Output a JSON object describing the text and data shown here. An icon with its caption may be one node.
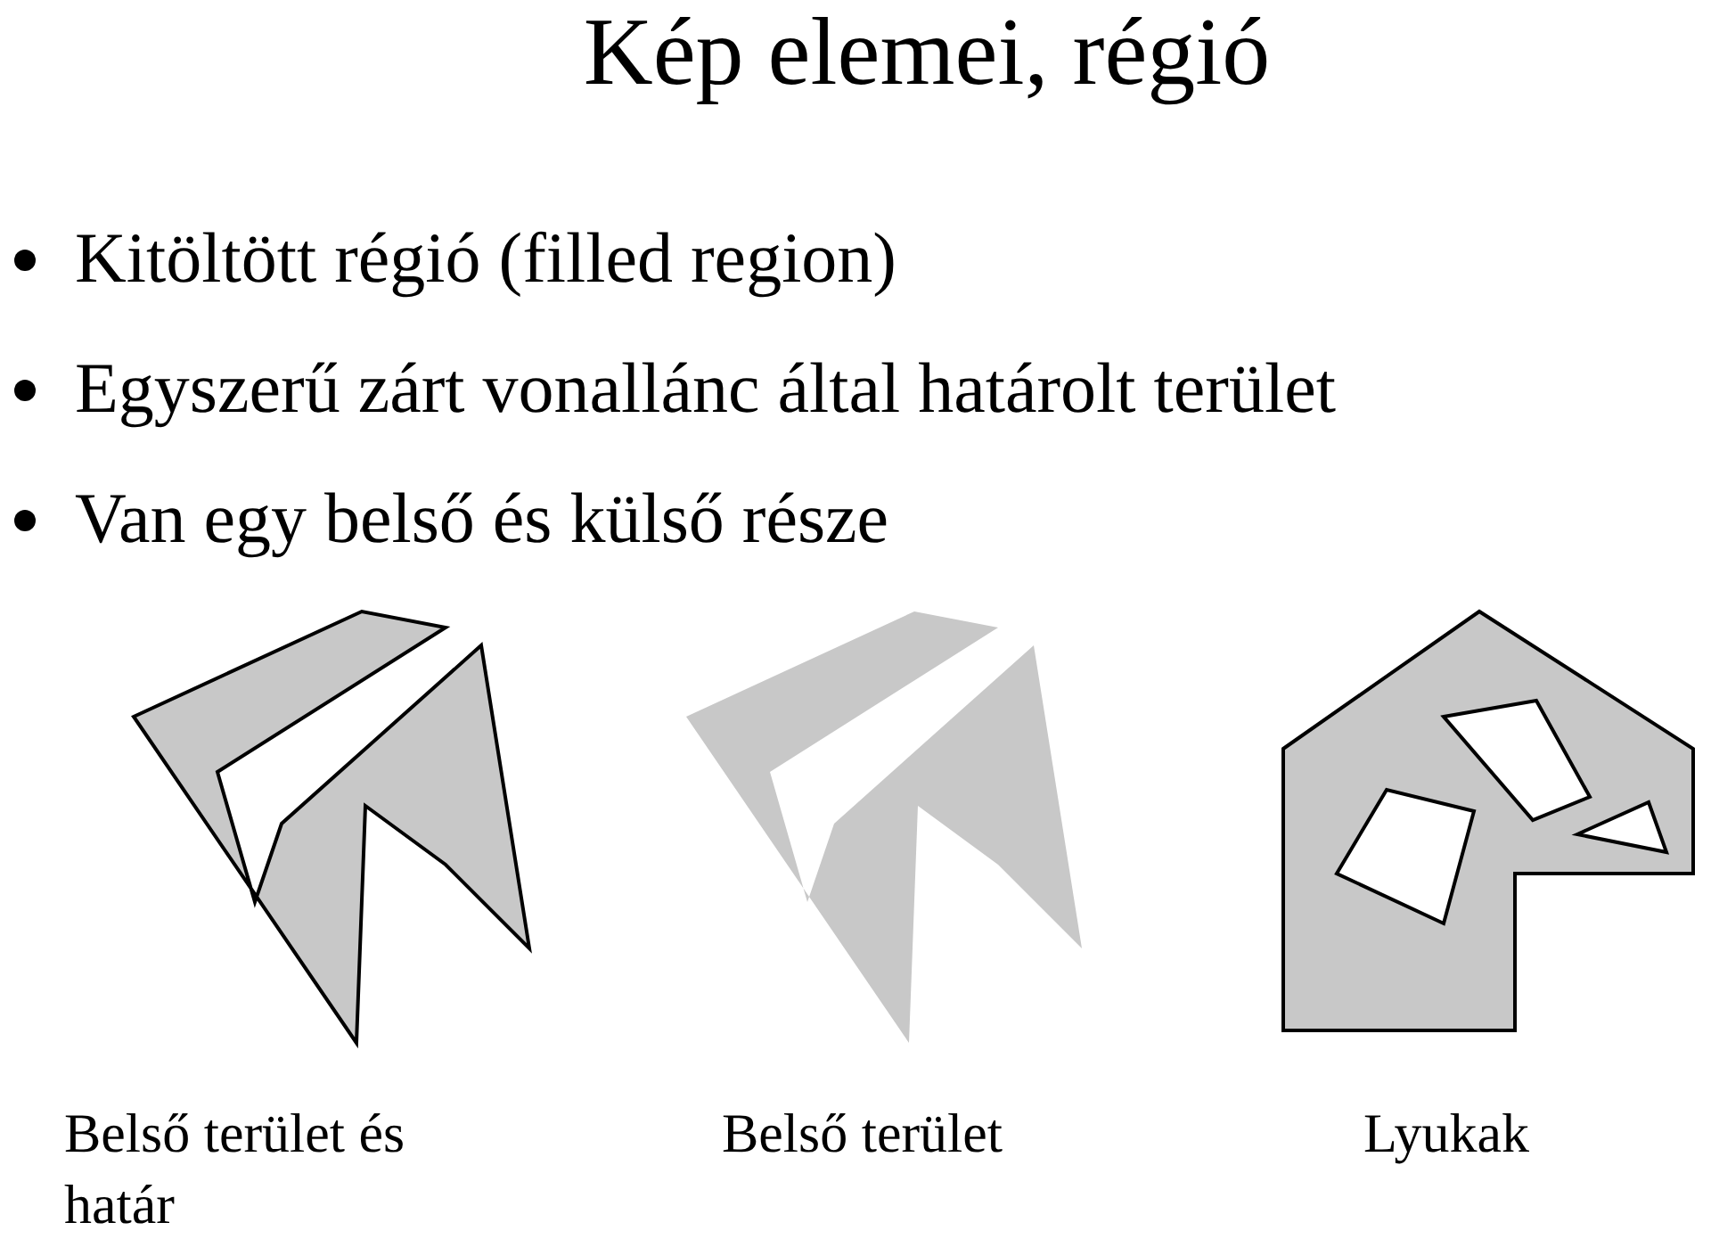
{
  "diagram": {
    "title": "Kép elemei, régió",
    "labels": [
      "Kitöltött régió (filled region)",
      "Egyszerű zárt vonallánc által határolt terület",
      "Van egy belső és külső része",
      "Belső terület és határ",
      "Belső terület",
      "Lyukak"
    ]
  }
}
